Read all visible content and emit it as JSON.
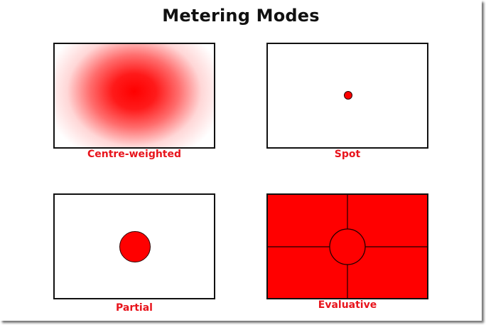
{
  "title": "Metering Modes",
  "colors": {
    "accent_red": "#ff0000",
    "label_red": "#e8141c",
    "frame_border": "#111111",
    "background": "#ffffff"
  },
  "modes": [
    {
      "id": "centre-weighted",
      "label": "Centre-weighted",
      "visual": "radial red gradient centered in frame"
    },
    {
      "id": "spot",
      "label": "Spot",
      "visual": "small red dot at center"
    },
    {
      "id": "partial",
      "label": "Partial",
      "visual": "medium red circle at center"
    },
    {
      "id": "evaluative",
      "label": "Evaluative",
      "visual": "fully red frame divided into quadrants with center circle"
    }
  ]
}
